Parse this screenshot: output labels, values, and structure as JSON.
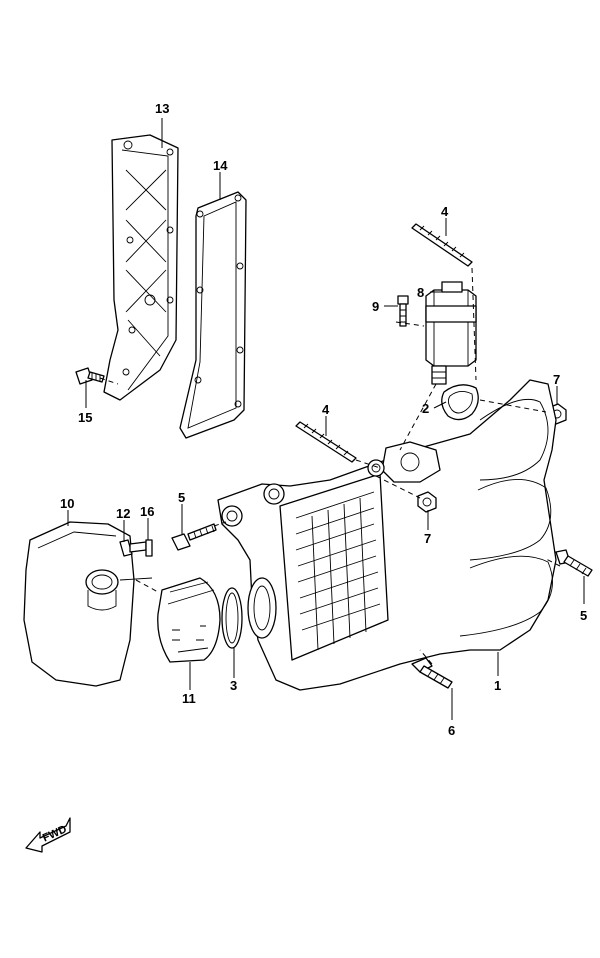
{
  "diagram": {
    "fwd_label": "FWD",
    "callouts": [
      {
        "id": "c13",
        "text": "13"
      },
      {
        "id": "c14",
        "text": "14"
      },
      {
        "id": "c4a",
        "text": "4"
      },
      {
        "id": "c8",
        "text": "8"
      },
      {
        "id": "c9",
        "text": "9"
      },
      {
        "id": "c7a",
        "text": "7"
      },
      {
        "id": "c2",
        "text": "2"
      },
      {
        "id": "c15",
        "text": "15"
      },
      {
        "id": "c4b",
        "text": "4"
      },
      {
        "id": "c10",
        "text": "10"
      },
      {
        "id": "c12",
        "text": "12"
      },
      {
        "id": "c16",
        "text": "16"
      },
      {
        "id": "c5a",
        "text": "5"
      },
      {
        "id": "c7b",
        "text": "7"
      },
      {
        "id": "c5b",
        "text": "5"
      },
      {
        "id": "c11",
        "text": "11"
      },
      {
        "id": "c3",
        "text": "3"
      },
      {
        "id": "c1",
        "text": "1"
      },
      {
        "id": "c6",
        "text": "6"
      }
    ]
  }
}
